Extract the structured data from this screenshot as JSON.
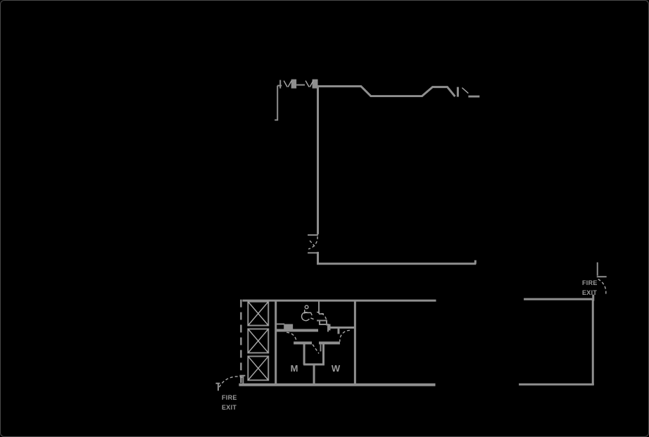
{
  "canvas": {
    "background": "#000000",
    "line_color": "#8f8f8f",
    "line_light_color": "#a8a8a8",
    "text_color": "#9a9a9a"
  },
  "plan": {
    "labels": {
      "fire_exit_upper": {
        "line1": "FIRE",
        "line2": "EXIT"
      },
      "fire_exit_lower": {
        "line1": "FIRE",
        "line2": "EXIT"
      },
      "restroom_men": "M",
      "restroom_women": "W"
    },
    "icons": [
      {
        "name": "wheelchair-accessible-icon"
      },
      {
        "name": "elevator-x-symbol",
        "count": 3
      }
    ]
  }
}
